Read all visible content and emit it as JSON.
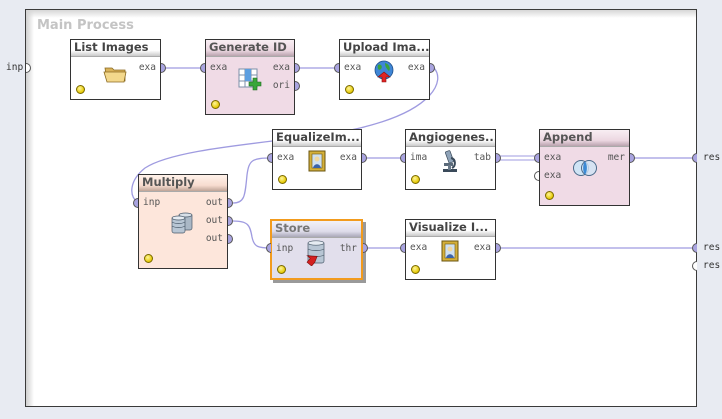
{
  "process": {
    "title": "Main Process",
    "inputs": [
      {
        "label": "inp",
        "connected": false
      }
    ],
    "outputs": [
      {
        "label": "res",
        "connected": true
      },
      {
        "label": "res",
        "connected": true
      },
      {
        "label": "res",
        "connected": false
      }
    ]
  },
  "operators": [
    {
      "id": "list-images",
      "name": "List Images",
      "icon": "folder-icon",
      "inputs": [],
      "outputs": [
        "exa"
      ],
      "color": "white"
    },
    {
      "id": "generate-id",
      "name": "Generate ID",
      "icon": "generate-id-table-icon",
      "inputs": [
        "exa"
      ],
      "outputs": [
        "exa",
        "ori"
      ],
      "color": "pink"
    },
    {
      "id": "upload-images",
      "name": "Upload Ima...",
      "icon": "globe-upload-icon",
      "inputs": [
        "exa"
      ],
      "outputs": [
        "exa"
      ],
      "color": "white"
    },
    {
      "id": "equalize-images",
      "name": "EqualizeIm...",
      "icon": "picture-frame-icon",
      "inputs": [
        "exa"
      ],
      "outputs": [
        "exa"
      ],
      "color": "white"
    },
    {
      "id": "angiogenesis",
      "name": "Angiogenes...",
      "icon": "microscope-icon",
      "inputs": [
        "ima"
      ],
      "outputs": [
        "tab"
      ],
      "color": "white"
    },
    {
      "id": "append",
      "name": "Append",
      "icon": "venn-merge-icon",
      "inputs": [
        "exa",
        "exa"
      ],
      "outputs": [
        "mer"
      ],
      "color": "pink"
    },
    {
      "id": "multiply",
      "name": "Multiply",
      "icon": "database-stack-icon",
      "inputs": [
        "inp"
      ],
      "outputs": [
        "out",
        "out",
        "out"
      ],
      "color": "peach"
    },
    {
      "id": "store",
      "name": "Store",
      "icon": "database-store-icon",
      "inputs": [
        "inp"
      ],
      "outputs": [
        "thr"
      ],
      "color": "lavender",
      "selected": true
    },
    {
      "id": "visualize-images",
      "name": "Visualize I...",
      "icon": "picture-frame-icon",
      "inputs": [
        "exa"
      ],
      "outputs": [
        "exa"
      ],
      "color": "white"
    }
  ],
  "colors": {
    "background": "#e8ebf2",
    "wire": "#9f9be0",
    "selected_border": "#f29b1d",
    "port_fill": "#a9a4e0"
  }
}
